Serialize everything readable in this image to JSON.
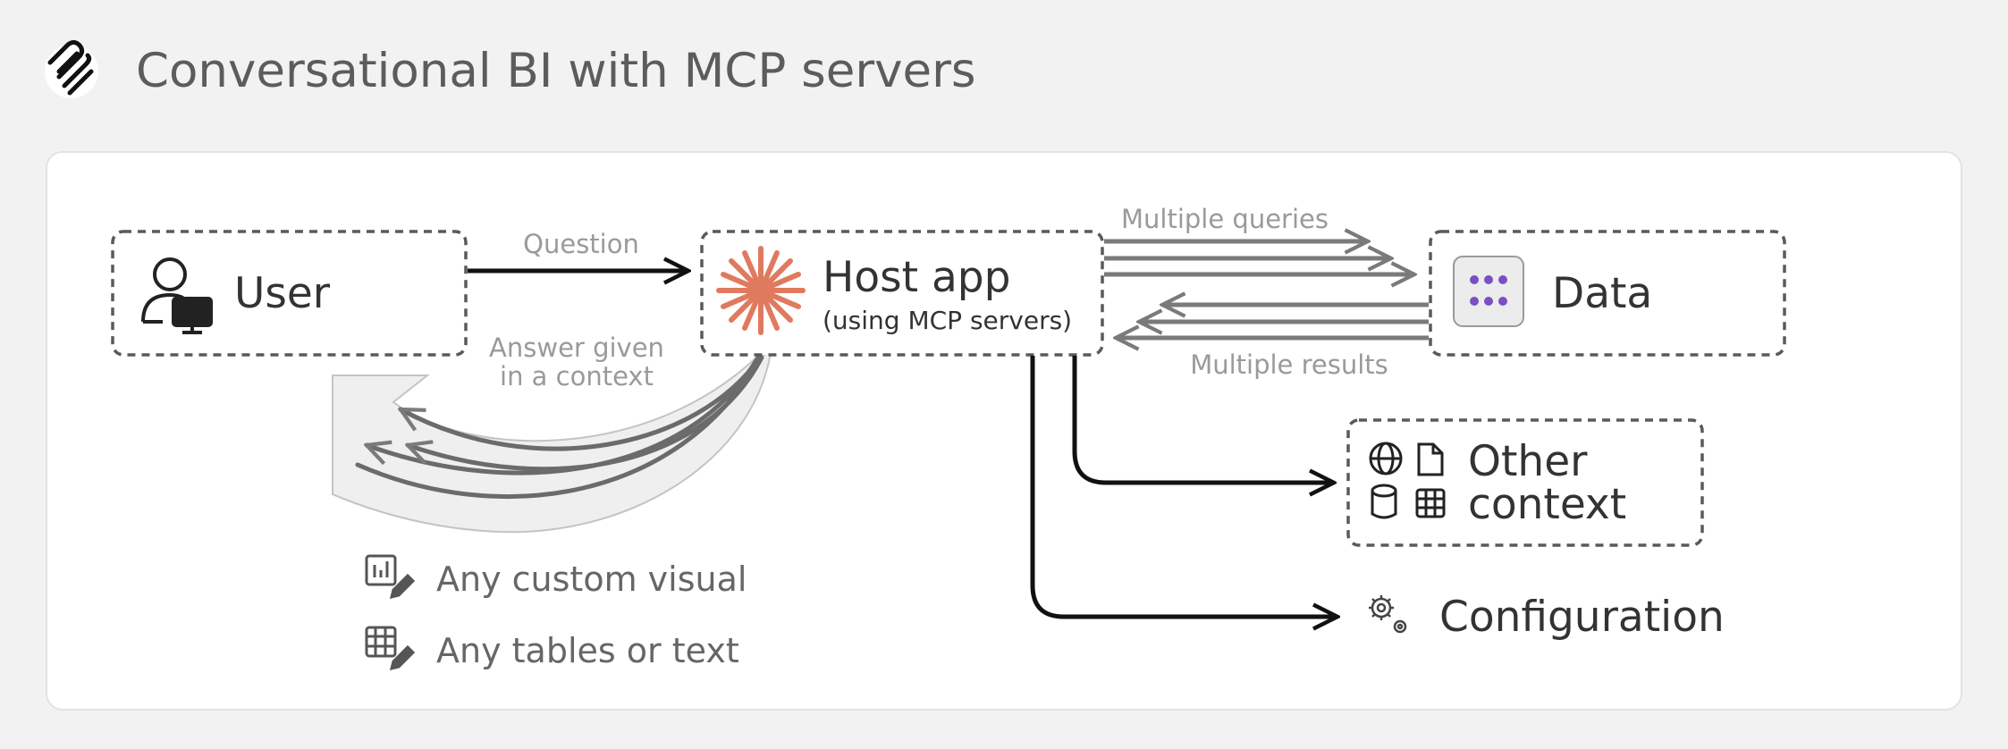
{
  "title": "Conversational BI with MCP servers",
  "nodes": {
    "user": "User",
    "host_app": "Host app",
    "host_app_sub": "(using MCP servers)",
    "data": "Data",
    "other_context_line1": "Other",
    "other_context_line2": "context",
    "configuration": "Configuration"
  },
  "flows": {
    "question": "Question",
    "answer_line1": "Answer given",
    "answer_line2": "in a context",
    "multiple_queries": "Multiple queries",
    "multiple_results": "Multiple results"
  },
  "outputs": [
    {
      "label": "Any custom visual",
      "icon": "chart-edit-icon"
    },
    {
      "label": "Any tables or text",
      "icon": "table-edit-icon"
    }
  ],
  "colors": {
    "background": "#f2f2f2",
    "panel": "#ffffff",
    "accent_host": "#e07a5f",
    "data_dots": "#7b4fc4",
    "arrow_dark": "#111111",
    "arrow_gray": "#7a7a7a"
  }
}
